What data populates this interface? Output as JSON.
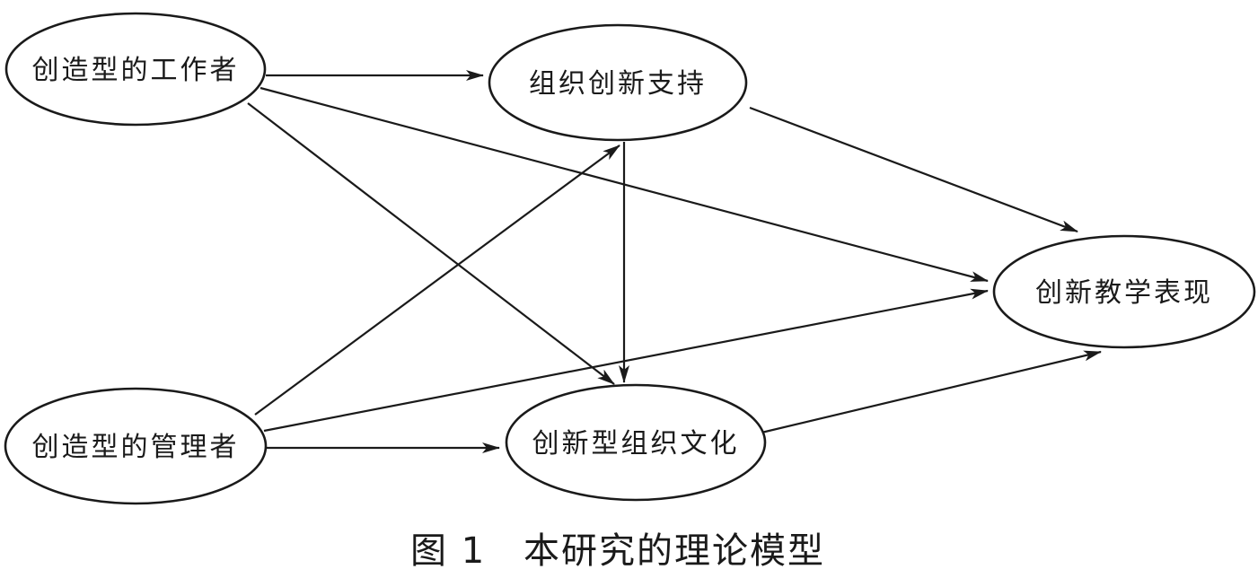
{
  "diagram": {
    "nodes": {
      "creative_worker": {
        "label": "创造型的工作者"
      },
      "org_support": {
        "label": "组织创新支持"
      },
      "teaching_performance": {
        "label": "创新教学表现"
      },
      "creative_manager": {
        "label": "创造型的管理者"
      },
      "innovative_culture": {
        "label": "创新型组织文化"
      }
    },
    "edges": [
      {
        "from": "creative_worker",
        "to": "org_support"
      },
      {
        "from": "creative_worker",
        "to": "teaching_performance"
      },
      {
        "from": "creative_worker",
        "to": "innovative_culture"
      },
      {
        "from": "org_support",
        "to": "teaching_performance"
      },
      {
        "from": "org_support",
        "to": "innovative_culture"
      },
      {
        "from": "creative_manager",
        "to": "org_support"
      },
      {
        "from": "creative_manager",
        "to": "teaching_performance"
      },
      {
        "from": "creative_manager",
        "to": "innovative_culture"
      },
      {
        "from": "innovative_culture",
        "to": "teaching_performance"
      }
    ],
    "caption": {
      "figure_number": "图 1",
      "title": "本研究的理论模型"
    }
  }
}
